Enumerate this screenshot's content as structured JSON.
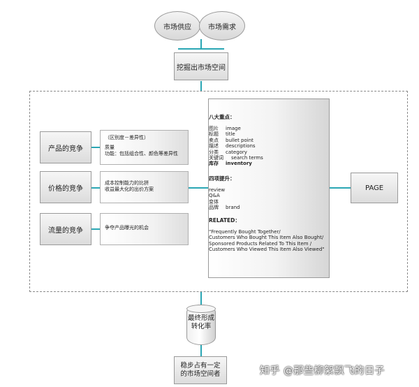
{
  "top": {
    "supply": "市场供应",
    "demand": "市场需求",
    "dig": "挖掘出市场空间"
  },
  "competitions": [
    {
      "label": "产品的竞争",
      "note": [
        "（区别度－差异性）",
        "",
        "质量",
        "功能：包括组合性、颜色等差异性"
      ]
    },
    {
      "label": "价格的竞争",
      "note": [
        "成本控制能力的比拼",
        "收益最大化的出价方案"
      ]
    },
    {
      "label": "流量的竞争",
      "note": [
        "争夺产品曝光的机会"
      ]
    }
  ],
  "page_panel": {
    "section1_title": "八大重点：",
    "section1_items": [
      {
        "k": "图片",
        "v": "image",
        "bold": false
      },
      {
        "k": "标题",
        "v": "title",
        "bold": false
      },
      {
        "k": "卖点",
        "v": "bullet point",
        "bold": false
      },
      {
        "k": "描述",
        "v": "descriptions",
        "bold": false
      },
      {
        "k": "分类",
        "v": "category",
        "bold": false
      },
      {
        "k": "关键词",
        "v": "search terms",
        "bold": false
      },
      {
        "k": "库存",
        "v": "inventory",
        "bold": true
      }
    ],
    "section2_title": "四项提升：",
    "section2_items": [
      {
        "k": "review",
        "v": "",
        "bold": false
      },
      {
        "k": "Q&A",
        "v": "",
        "bold": false
      },
      {
        "k": "变体",
        "v": "",
        "bold": false
      },
      {
        "k": "品牌",
        "v": "brand",
        "bold": false
      }
    ],
    "section3_title": "RELATED：",
    "section3_lines": [
      "\"Frequently Bought Together/",
      "Customers Who Bought This Item Also Bought/",
      "Sponsored Products Related To This Item /",
      "Customers Who Viewed This Item Also Viewed\""
    ]
  },
  "page_label": "PAGE",
  "result": "最终形成转化率",
  "bottom": "稳步占有一定的市场空间者",
  "watermark": "知乎 @那些柳絮飘飞的日子",
  "colors": {
    "connector": "#2aa6b4",
    "border": "#9a9a9a"
  }
}
